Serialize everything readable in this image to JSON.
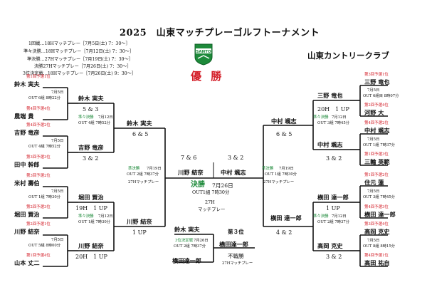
{
  "title": "2025　山東マッチプレーゴルフトーナメント",
  "club": "山東カントリークラブ",
  "champion_label": "優 勝",
  "logo_text": "SANTO",
  "schedule": [
    "1回戦…18Hマッチプレー［7月5日(土) 7：30～］",
    "準々決勝…18Hマッチプレー［7月12日(土) 7：30～］",
    "準決勝…27Hマッチプレー［7月19日(土) 7：30～］",
    "決勝27Hマッチプレー［7月26日(土) 7：30～］",
    "3位決定戦…18Hマッチプレー［7月26日(土) 9：30～］"
  ],
  "left_seeds": [
    {
      "seed": "第1回予選1位",
      "name": "鈴木 実夫"
    },
    {
      "seed": "第4回予選4位",
      "name": "農端 貴"
    },
    {
      "seed": "第4回予選2位",
      "name": "吉野 竜彦"
    },
    {
      "seed": "第3回予選3位",
      "name": "田中 幹郎"
    },
    {
      "seed": "第3回予選2位",
      "name": "米村 壽伯"
    },
    {
      "seed": "第2回予選3位",
      "name": "堀田 賢治"
    },
    {
      "seed": "第2回予選1位",
      "name": "川野 結奈"
    },
    {
      "seed": "第1回予選4位",
      "name": "山本 丈二"
    }
  ],
  "left_r1": [
    {
      "date": "7月5日",
      "info": "OUT 6組 8時22分"
    },
    {
      "date": "7月5日",
      "info": "OUT 4組 7時52分"
    },
    {
      "date": "7月5日",
      "info": "OUT 1組 7時30分"
    },
    {
      "date": "7月5日",
      "info": "OUT 5組 8時00分"
    }
  ],
  "left_qf": [
    {
      "top": "鈴木 実夫",
      "score": "5 & 3",
      "bottom": "吉野 竜彦",
      "label": "準々決勝",
      "info1": "7月12日",
      "info2": "OUT 4組 7時52分"
    },
    {
      "top": "堀田 賢治",
      "score": "19H　1 UP",
      "bottom": "川野 結奈",
      "label": "準々決勝",
      "info1": "7月12日",
      "info2": "OUT 1組 7時30分"
    }
  ],
  "left_qf_results": [
    "3 & 2",
    "20H　1 UP"
  ],
  "left_sf": {
    "top": "鈴木 実夫",
    "score": "6 & 5",
    "bottom": "川野 結奈",
    "result": "1 UP",
    "label": "準決勝",
    "info1": "7月19日",
    "info2": "OUT 2組 7時37分",
    "holes": "27Hマッチプレー"
  },
  "right_seeds": [
    {
      "seed": "第3回予選1位",
      "name": "三野 竜也"
    },
    {
      "seed": "第2回予選4位",
      "name": "河野 大"
    },
    {
      "seed": "第4回予選2位",
      "name": "中村 颯志"
    },
    {
      "seed": "第1回予選3位",
      "name": "三輪 英範"
    },
    {
      "seed": "第1回予選2位",
      "name": "住元 蓮"
    },
    {
      "seed": "第4回予選3位",
      "name": "横田 達一郎"
    },
    {
      "seed": "第3回予選4位",
      "name": "高岡 克史"
    },
    {
      "seed": "第4回予選1位",
      "name": "高田 祐自"
    }
  ],
  "right_r1": [
    {
      "date": "7月5日",
      "info": "OUT 6組目 8時07分"
    },
    {
      "date": "7月5日",
      "info": "OUT 1組 7時37分"
    },
    {
      "date": "7月5日",
      "info": "OUT 3組 7時45分"
    },
    {
      "date": "7月5日",
      "info": "OUT 8組 8時15分"
    }
  ],
  "right_qf": [
    {
      "top": "三野 竜也",
      "score": "20H　1 UP",
      "bottom": "中村 颯志",
      "label": "準々決勝",
      "info1": "7月12日",
      "info2": "OUT 3組 7時45分"
    },
    {
      "top": "横田 達一郎",
      "score": "1 UP",
      "bottom": "高岡 克史",
      "label": "準々決勝",
      "info1": "7月12日",
      "info2": "OUT 2組 7時37分"
    }
  ],
  "right_qf_results": [
    "3 & 2",
    "3 & 2"
  ],
  "right_sf": {
    "top": "中村 颯志",
    "score": "6 & 5",
    "bottom": "横田 達一郎",
    "result": "4 & 2",
    "label": "準決勝",
    "info1": "7月19日",
    "info2": "OUT 1組 7時30分",
    "holes": "27Hマッチプレー"
  },
  "final": {
    "left_player": "川野 結奈",
    "right_player": "中村 颯志",
    "left_score": "7 & 6",
    "right_score": "3 & 2",
    "label": "決勝",
    "date": "7月26日",
    "info": "OUT1組 7時30分",
    "holes1": "27H",
    "holes2": "マッチプレー"
  },
  "third": {
    "top": "鈴木 実夫",
    "bottom": "横田達一郎",
    "right_name": "横田達一郎",
    "label": "3位決定戦",
    "info1": "7月26日",
    "info2": "OUT 2組 7時37分",
    "title": "第３位",
    "result": "不戦勝",
    "holes": "27Hマッチプレー"
  }
}
